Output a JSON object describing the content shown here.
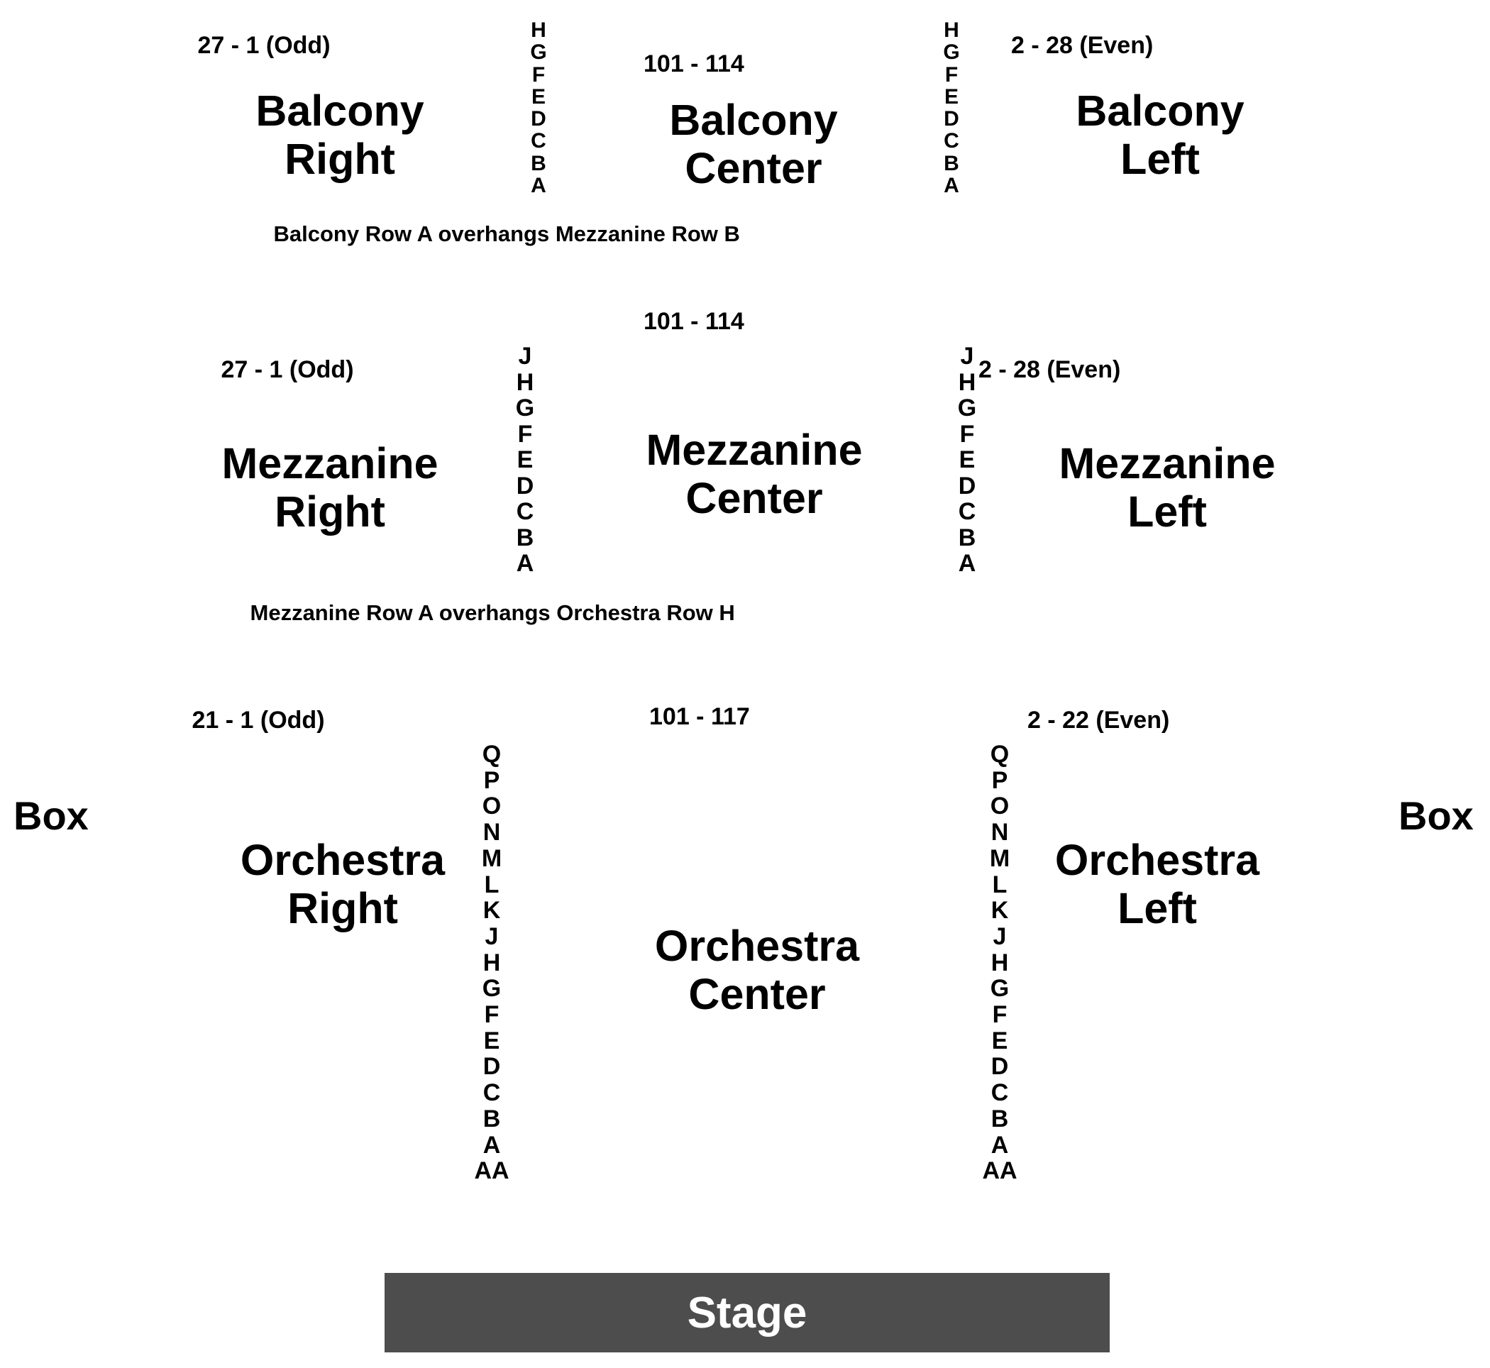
{
  "balcony": {
    "right": {
      "numbers": "27 - 1 (Odd)",
      "name_line1": "Balcony",
      "name_line2": "Right"
    },
    "center": {
      "numbers": "101 - 114",
      "name_line1": "Balcony",
      "name_line2": "Center"
    },
    "left": {
      "numbers": "2 - 28 (Even)",
      "name_line1": "Balcony",
      "name_line2": "Left"
    },
    "rows": [
      "H",
      "G",
      "F",
      "E",
      "D",
      "C",
      "B",
      "A"
    ],
    "note": "Balcony Row A overhangs Mezzanine Row B"
  },
  "mezzanine": {
    "right": {
      "numbers": "27 - 1 (Odd)",
      "name_line1": "Mezzanine",
      "name_line2": "Right"
    },
    "center": {
      "numbers": "101 - 114",
      "name_line1": "Mezzanine",
      "name_line2": "Center"
    },
    "left": {
      "numbers": "2 - 28 (Even)",
      "name_line1": "Mezzanine",
      "name_line2": "Left"
    },
    "rows": [
      "J",
      "H",
      "G",
      "F",
      "E",
      "D",
      "C",
      "B",
      "A"
    ],
    "note": "Mezzanine Row A overhangs Orchestra Row H"
  },
  "orchestra": {
    "right": {
      "numbers": "21 - 1 (Odd)",
      "name_line1": "Orchestra",
      "name_line2": "Right"
    },
    "center": {
      "numbers": "101 - 117",
      "name_line1": "Orchestra",
      "name_line2": "Center"
    },
    "left": {
      "numbers": "2 - 22 (Even)",
      "name_line1": "Orchestra",
      "name_line2": "Left"
    },
    "rows": [
      "Q",
      "P",
      "O",
      "N",
      "M",
      "L",
      "K",
      "J",
      "H",
      "G",
      "F",
      "E",
      "D",
      "C",
      "B",
      "A",
      "AA"
    ]
  },
  "boxes": {
    "left_label": "Box",
    "right_label": "Box"
  },
  "stage": {
    "label": "Stage",
    "color": "#4d4d4d"
  }
}
